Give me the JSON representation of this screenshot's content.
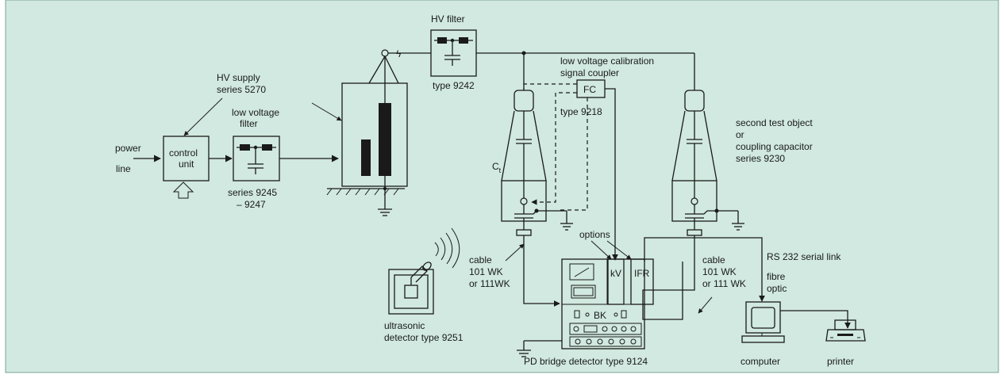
{
  "colors": {
    "background": "#d1e9e0",
    "line": "#1a1a1a",
    "border": "#7aa399"
  },
  "labels": {
    "hv_filter": "HV filter",
    "type_9242": "type 9242",
    "lv_calib_1": "low voltage calibration",
    "lv_calib_2": "signal coupler",
    "fc": "FC",
    "type_9218": "type 9218",
    "hv_supply_1": "HV supply",
    "hv_supply_2": "series 5270",
    "lvf_1": "low voltage",
    "lvf_2": "filter",
    "series_9245": "series 9245",
    "series_9247": "– 9247",
    "power_1": "power",
    "power_2": "line",
    "control_1": "control",
    "control_2": "unit",
    "ct": "C",
    "ct_sub": "t",
    "second_1": "second test object",
    "second_2": "or",
    "second_3": "coupling capacitor",
    "second_4": "series 9230",
    "options": "options",
    "cable_l_1": "cable",
    "cable_l_2": "101 WK",
    "cable_l_3": "or 111WK",
    "cable_r_1": "cable",
    "cable_r_2": "101 WK",
    "cable_r_3": "or 111 WK",
    "rs232": "RS 232 serial link",
    "fibre_1": "fibre",
    "fibre_2": "optic",
    "ultra_1": "ultrasonic",
    "ultra_2": "detector type 9251",
    "bridge": "PD bridge detector type 9124",
    "kv": "kV",
    "ifr": "IFR",
    "bk": "BK",
    "computer": "computer",
    "printer": "printer"
  },
  "icons": [
    "lightning-icon",
    "arrow-up-outline-icon",
    "ultrasonic-waves-icon",
    "ground-icon",
    "computer-icon",
    "printer-icon"
  ]
}
